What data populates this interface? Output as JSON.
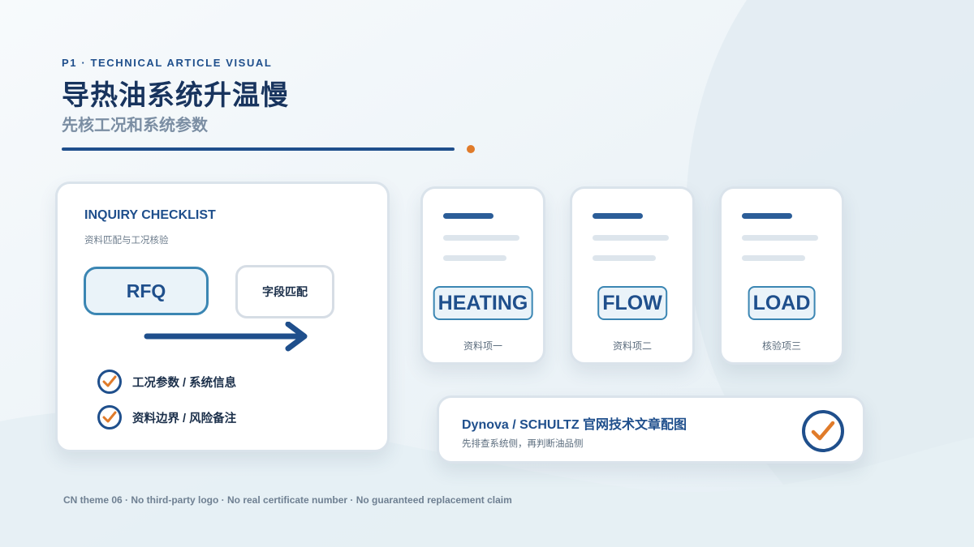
{
  "header": {
    "eyebrow": "P1 · TECHNICAL ARTICLE VISUAL",
    "title": "导热油系统升温慢",
    "subtitle": "先核工况和系统参数"
  },
  "checklist": {
    "title": "INQUIRY CHECKLIST",
    "subtitle": "资料匹配与工况核验",
    "rfq_label": "RFQ",
    "match_label": "字段匹配",
    "items": [
      {
        "label": "工况参数 / 系统信息"
      },
      {
        "label": "资料边界 / 风险备注"
      }
    ]
  },
  "mini_cards": [
    {
      "tag": "HEATING",
      "caption": "资料项一"
    },
    {
      "tag": "FLOW",
      "caption": "资料项二"
    },
    {
      "tag": "LOAD",
      "caption": "核验项三"
    }
  ],
  "summary": {
    "title": "Dynova / SCHULTZ 官网技术文章配图",
    "subtitle": "先排查系统侧，再判断油品侧"
  },
  "footer": "CN theme 06 · No third-party logo · No real certificate number · No guaranteed replacement claim",
  "colors": {
    "brand_navy": "#1f4f8c",
    "accent_orange": "#e07b2a",
    "accent_blue": "#3b86b3"
  },
  "icons": [
    "check-circle-icon",
    "arrow-right-icon"
  ]
}
